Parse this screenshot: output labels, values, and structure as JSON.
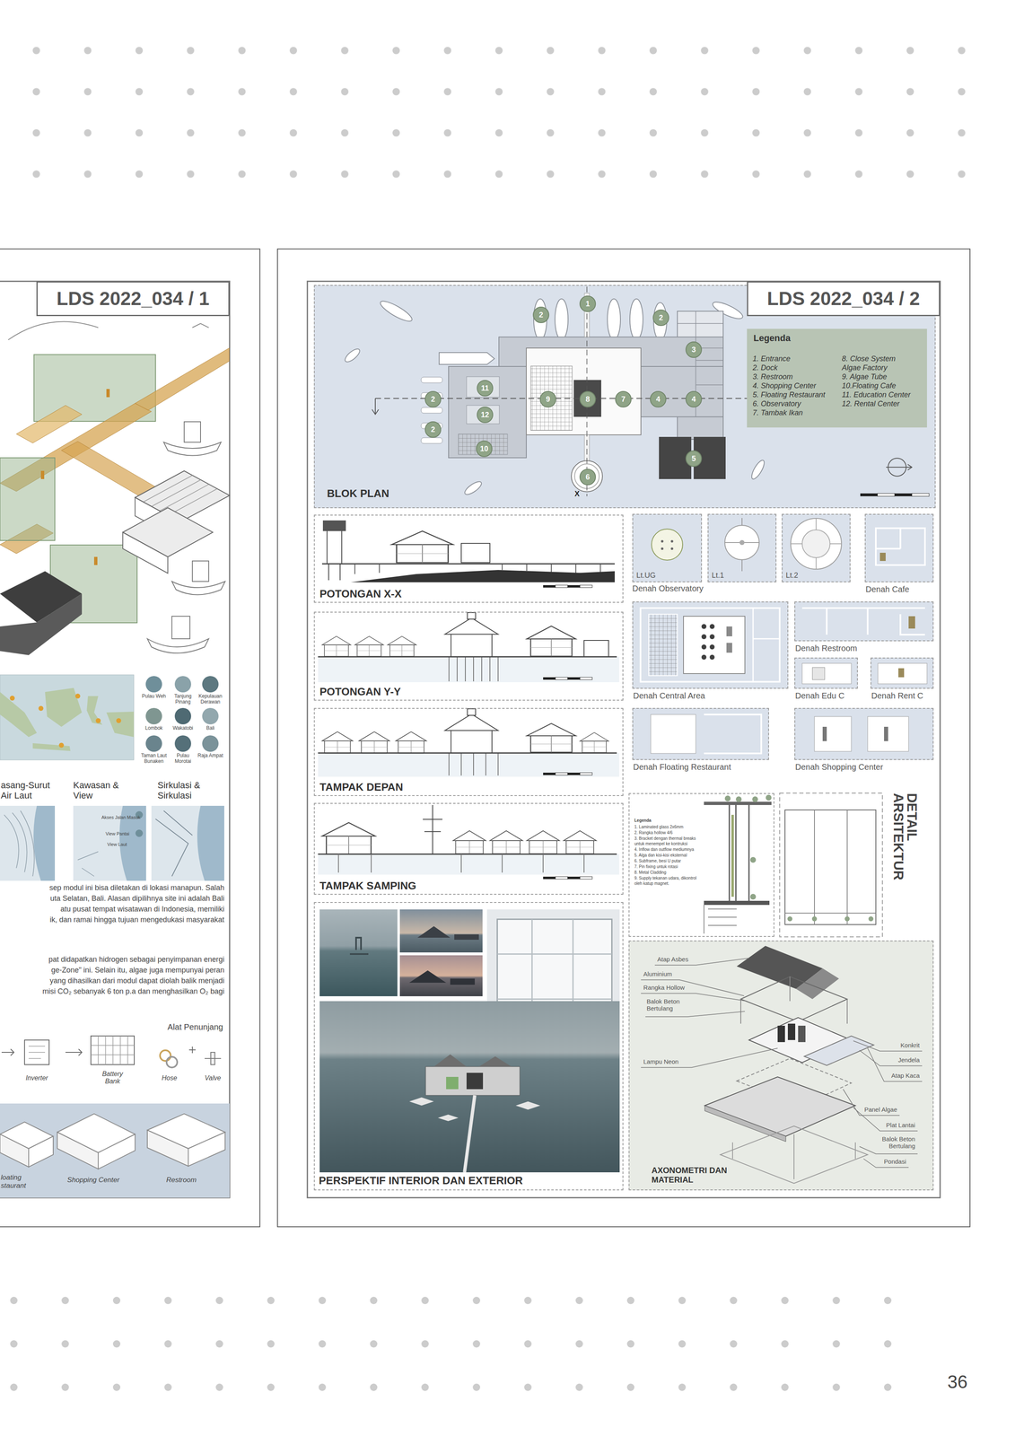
{
  "diagram": {
    "nodes": [
      {
        "text": [
          "LDS 2022_034 / 1"
        ]
      },
      {
        "text": [
          "LDS 2022_034 / 2"
        ]
      },
      {
        "text": [
          "BLOK PLAN"
        ]
      },
      {
        "text": [
          "Legenda",
          "1. Entrance",
          "2. Dock",
          "3. Restroom",
          "4. Shopping Center",
          "5. Floating Restaurant",
          "6. Observatory",
          "7. Tambak Ikan",
          "8. Close System Algae Factory",
          "9. Algae Tube",
          "10.Floating Cafe",
          "11. Education Center",
          "12. Rental Center"
        ],
        "in": 2
      },
      {
        "text": [
          "1"
        ],
        "in": 2
      },
      {
        "text": [
          "2"
        ],
        "in": 2
      },
      {
        "text": [
          "2"
        ],
        "in": 2
      },
      {
        "text": [
          "3"
        ],
        "in": 2
      },
      {
        "text": [
          "11"
        ],
        "in": 2
      },
      {
        "text": [
          "2"
        ],
        "in": 2
      },
      {
        "text": [
          "9"
        ],
        "in": 2
      },
      {
        "text": [
          "8"
        ],
        "in": 2
      },
      {
        "text": [
          "7"
        ],
        "in": 2
      },
      {
        "text": [
          "4"
        ],
        "in": 2
      },
      {
        "text": [
          "4"
        ],
        "in": 2
      },
      {
        "text": [
          "12"
        ],
        "in": 2
      },
      {
        "text": [
          "2"
        ],
        "in": 2
      },
      {
        "text": [
          "10"
        ],
        "in": 2
      },
      {
        "text": [
          "5"
        ],
        "in": 2
      },
      {
        "text": [
          "6"
        ],
        "in": 2
      },
      {
        "text": [
          "POTONGAN X-X"
        ]
      },
      {
        "text": [
          "POTONGAN Y-Y"
        ]
      },
      {
        "text": [
          "TAMPAK DEPAN"
        ]
      },
      {
        "text": [
          "TAMPAK SAMPING"
        ]
      },
      {
        "text": [
          "PERSPEKTIF INTERIOR DAN EXTERIOR"
        ]
      },
      {
        "text": [
          "Lt.UG"
        ]
      },
      {
        "text": [
          "Lt.1"
        ]
      },
      {
        "text": [
          "Lt.2"
        ]
      },
      {
        "text": [
          "Denah Cafe"
        ]
      },
      {
        "text": [
          "Denah Central Area"
        ]
      },
      {
        "text": [
          "Denah Restroom"
        ]
      },
      {
        "text": [
          "Denah Edu C"
        ]
      },
      {
        "text": [
          "Denah Rent C"
        ]
      },
      {
        "text": [
          "Denah Floating Restaurant"
        ]
      },
      {
        "text": [
          "Denah Shopping Center"
        ]
      },
      {
        "text": [
          "Legenda",
          "1. Laminated glass 2x6mm",
          "2. Rangka hollow 4/6",
          "3. Bracket dengan thermal breaks untuk menempel ke kontruksi",
          "4. Inflow dan outflow mediumnya",
          "5. Alga dan kisi-kisi eksternal",
          "6. Subframe, besi U putar",
          "7. Pin fixing untuk rotasi",
          "8. Metal Cladding",
          "9. Supply tekanan udara, dikontrol oleh katup magnet."
        ]
      },
      {
        "text": [
          "AXONOMETRI DAN MATERIAL"
        ]
      }
    ],
    "labels": [
      "Pulau Weh",
      "Tanjung Pinang",
      "Kepulauan Derawan",
      "Lombok",
      "Wakatobi",
      "Bali",
      "Taman Laut Bunaken",
      "Pulau Morotai",
      "Raja Ampat",
      "asang-Surut Air Laut",
      "Kawasan & View",
      "Sirkulasi & Sirkulasi",
      "Akses Jalan Masuk",
      "View Pantai",
      "View Laut",
      "sep modul ini bisa diletakan di lokasi manapun. Salah",
      "uta Selatan, Bali. Alasan dipilihnya site ini adalah Bali",
      "atu pusat tempat wisatawan di Indonesia, memiliki",
      "ik, dan ramai hingga tujuan mengedukasi masyarakat",
      "pat didapatkan hidrogen sebagai penyimpanan energi",
      "ge-Zone\" ini. Selain itu, algae juga mempunyai peran",
      "yang dihasilkan dari modul dapat diolah balik menjadi",
      "misi CO₂ sebanyak 6 ton p.a dan menghasilkan O₂ bagi",
      "Alat Penunjang",
      "Inverter",
      "Battery Bank",
      "Hose",
      "Valve",
      "loating staurant",
      "Shopping Center",
      "Restroom",
      "X",
      "Denah Observatory",
      "DETAIL ARSITEKTUR",
      "Atap Asbes",
      "Aluminium",
      "Rangka Hollow",
      "Balok Beton Bertulang",
      "Lampu Neon",
      "Konkrit",
      "Jendela",
      "Atap Kaca",
      "Panel Algae",
      "Plat Lantai",
      "Balok Beton Bertulang",
      "Pondasi",
      "36"
    ]
  }
}
